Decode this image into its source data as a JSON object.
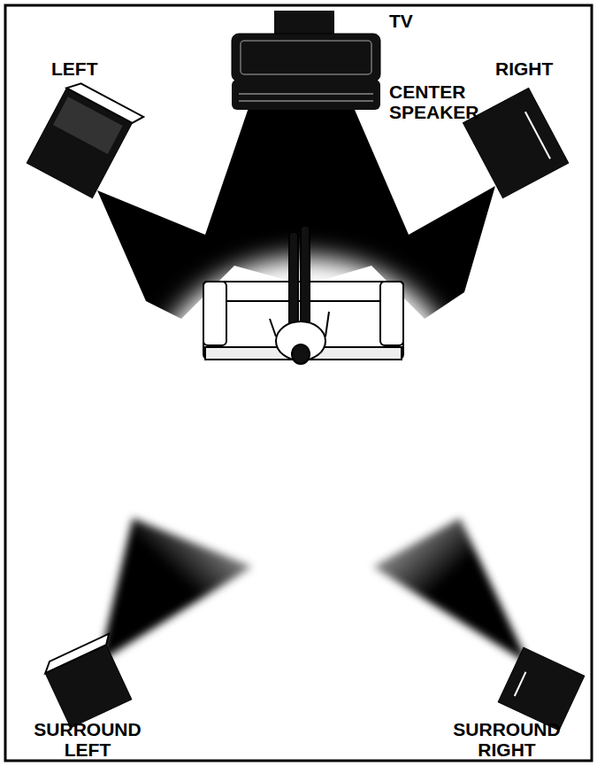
{
  "diagram": {
    "labels": [
      "TV",
      "LEFT",
      "CENTER SPEAKER",
      "RIGHT",
      "SURROUND LEFT",
      "SURROUND RIGHT"
    ]
  }
}
